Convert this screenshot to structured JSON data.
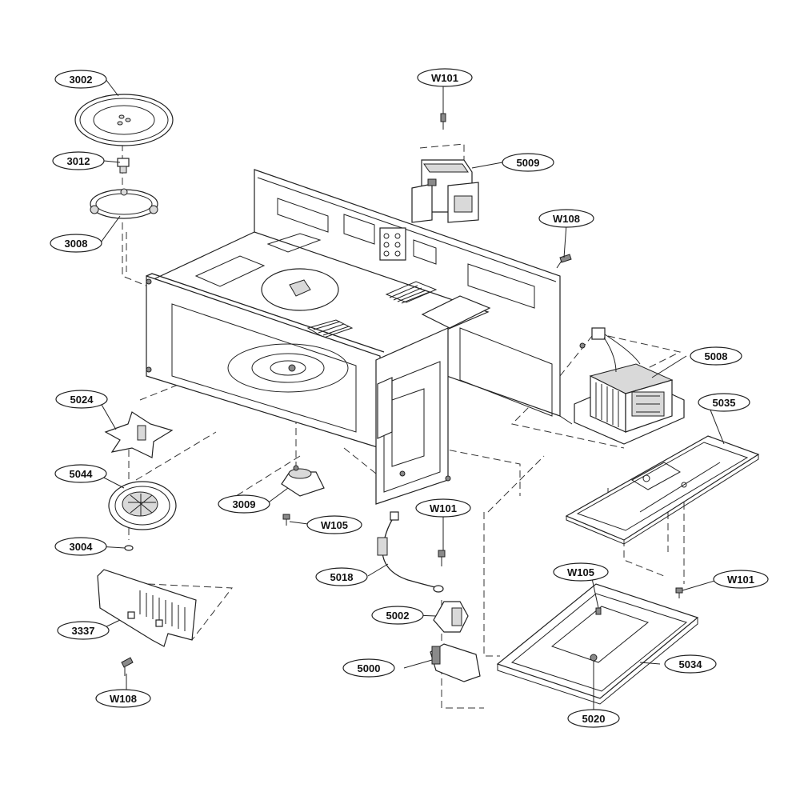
{
  "diagram": {
    "callouts": [
      {
        "id": "c3002",
        "label": "3002"
      },
      {
        "id": "c3012",
        "label": "3012"
      },
      {
        "id": "c3008",
        "label": "3008"
      },
      {
        "id": "c5024",
        "label": "5024"
      },
      {
        "id": "c5044",
        "label": "5044"
      },
      {
        "id": "c3004",
        "label": "3004"
      },
      {
        "id": "c3337",
        "label": "3337"
      },
      {
        "id": "cw108b",
        "label": "W108"
      },
      {
        "id": "cw101a",
        "label": "W101"
      },
      {
        "id": "c5009",
        "label": "5009"
      },
      {
        "id": "cw108a",
        "label": "W108"
      },
      {
        "id": "c5008",
        "label": "5008"
      },
      {
        "id": "c5035",
        "label": "5035"
      },
      {
        "id": "c3009",
        "label": "3009"
      },
      {
        "id": "cw105a",
        "label": "W105"
      },
      {
        "id": "cw101b",
        "label": "W101"
      },
      {
        "id": "c5018",
        "label": "5018"
      },
      {
        "id": "c5002",
        "label": "5002"
      },
      {
        "id": "c5000",
        "label": "5000"
      },
      {
        "id": "cw105b",
        "label": "W105"
      },
      {
        "id": "cw101c",
        "label": "W101"
      },
      {
        "id": "c5034",
        "label": "5034"
      },
      {
        "id": "c5020",
        "label": "5020"
      }
    ]
  }
}
